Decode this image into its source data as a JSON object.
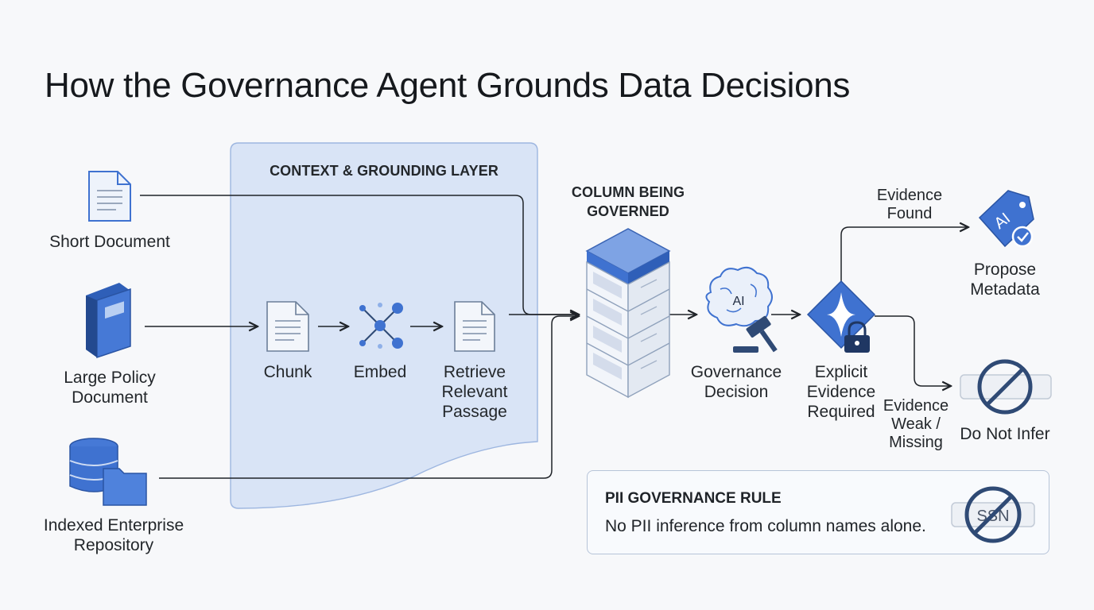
{
  "title": "How the Governance Agent Grounds Data Decisions",
  "colors": {
    "accent": "#3f72d0",
    "accent_light": "#dce6f6",
    "panel_fill": "#d9e4f6",
    "line": "#1f2328"
  },
  "sources": {
    "short_document": "Short Document",
    "large_policy_document": [
      "Large Policy",
      "Document"
    ],
    "indexed_repository": [
      "Indexed Enterprise",
      "Repository"
    ]
  },
  "grounding_layer": {
    "title": "CONTEXT & GROUNDING LAYER",
    "steps": {
      "chunk": "Chunk",
      "embed": "Embed",
      "retrieve": [
        "Retrieve",
        "Relevant",
        "Passage"
      ]
    }
  },
  "column": {
    "title": [
      "COLUMN BEING",
      "GOVERNED"
    ]
  },
  "decision": {
    "governance": [
      "Governance",
      "Decision"
    ],
    "ai_badge": "AI",
    "explicit": [
      "Explicit",
      "Evidence",
      "Required"
    ]
  },
  "outcomes": {
    "found_label": [
      "Evidence",
      "Found"
    ],
    "propose": [
      "Propose",
      "Metadata"
    ],
    "propose_badge": "AI",
    "weak_label": [
      "Evidence",
      "Weak /",
      "Missing"
    ],
    "do_not_infer": "Do Not Infer"
  },
  "rule": {
    "title": "PII GOVERNANCE RULE",
    "text": "No PII inference from column names alone.",
    "badge": "SSN"
  }
}
